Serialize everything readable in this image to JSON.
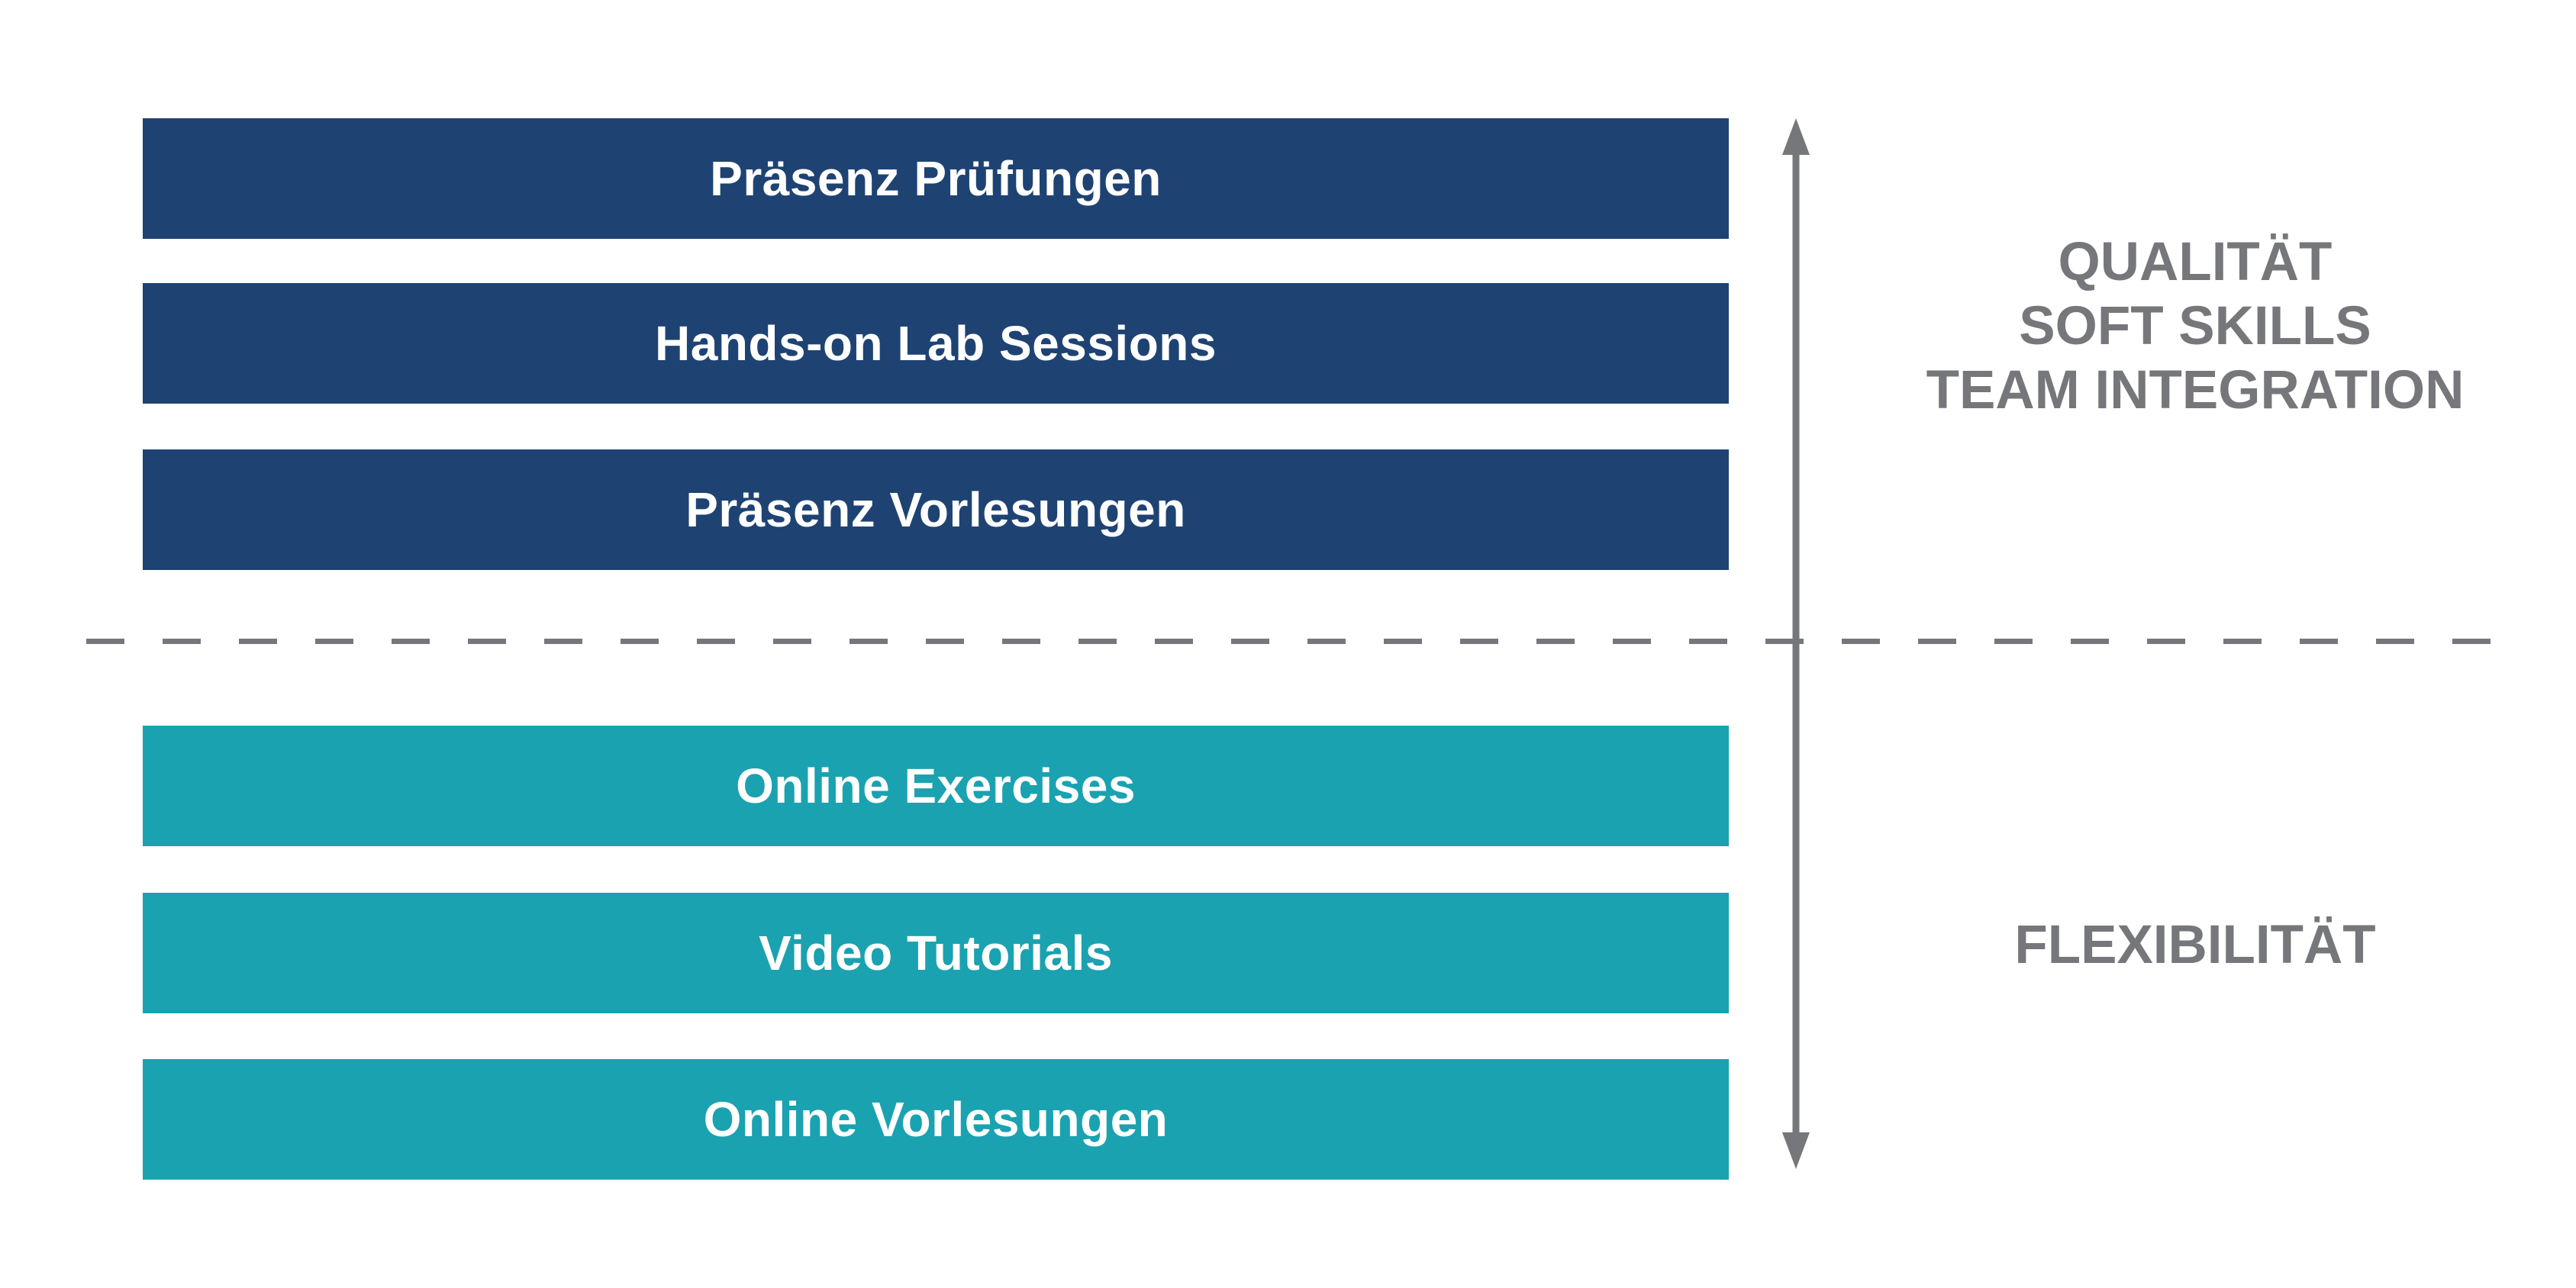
{
  "diagram": {
    "top_group": {
      "bar_color": "#1E4373",
      "bars": [
        {
          "label": "Präsenz Prüfungen"
        },
        {
          "label": "Hands-on Lab Sessions"
        },
        {
          "label": "Präsenz Vorlesungen"
        }
      ]
    },
    "bottom_group": {
      "bar_color": "#1AA2B0",
      "bars": [
        {
          "label": "Online Exercises"
        },
        {
          "label": "Video Tutorials"
        },
        {
          "label": "Online Vorlesungen"
        }
      ]
    },
    "right_labels": {
      "top_lines": [
        "QUALITÄT",
        "SOFT SKILLS",
        "TEAM INTEGRATION"
      ],
      "bottom_line": "FLEXIBILITÄT"
    },
    "divider_style": "dashed-horizontal-line",
    "axis_arrow": "double-headed-vertical-arrow"
  },
  "colors": {
    "navy": "#1E4373",
    "teal": "#1AA2B0",
    "gray": "#76777A",
    "background": "#FFFFFF",
    "white": "#FFFFFF"
  }
}
